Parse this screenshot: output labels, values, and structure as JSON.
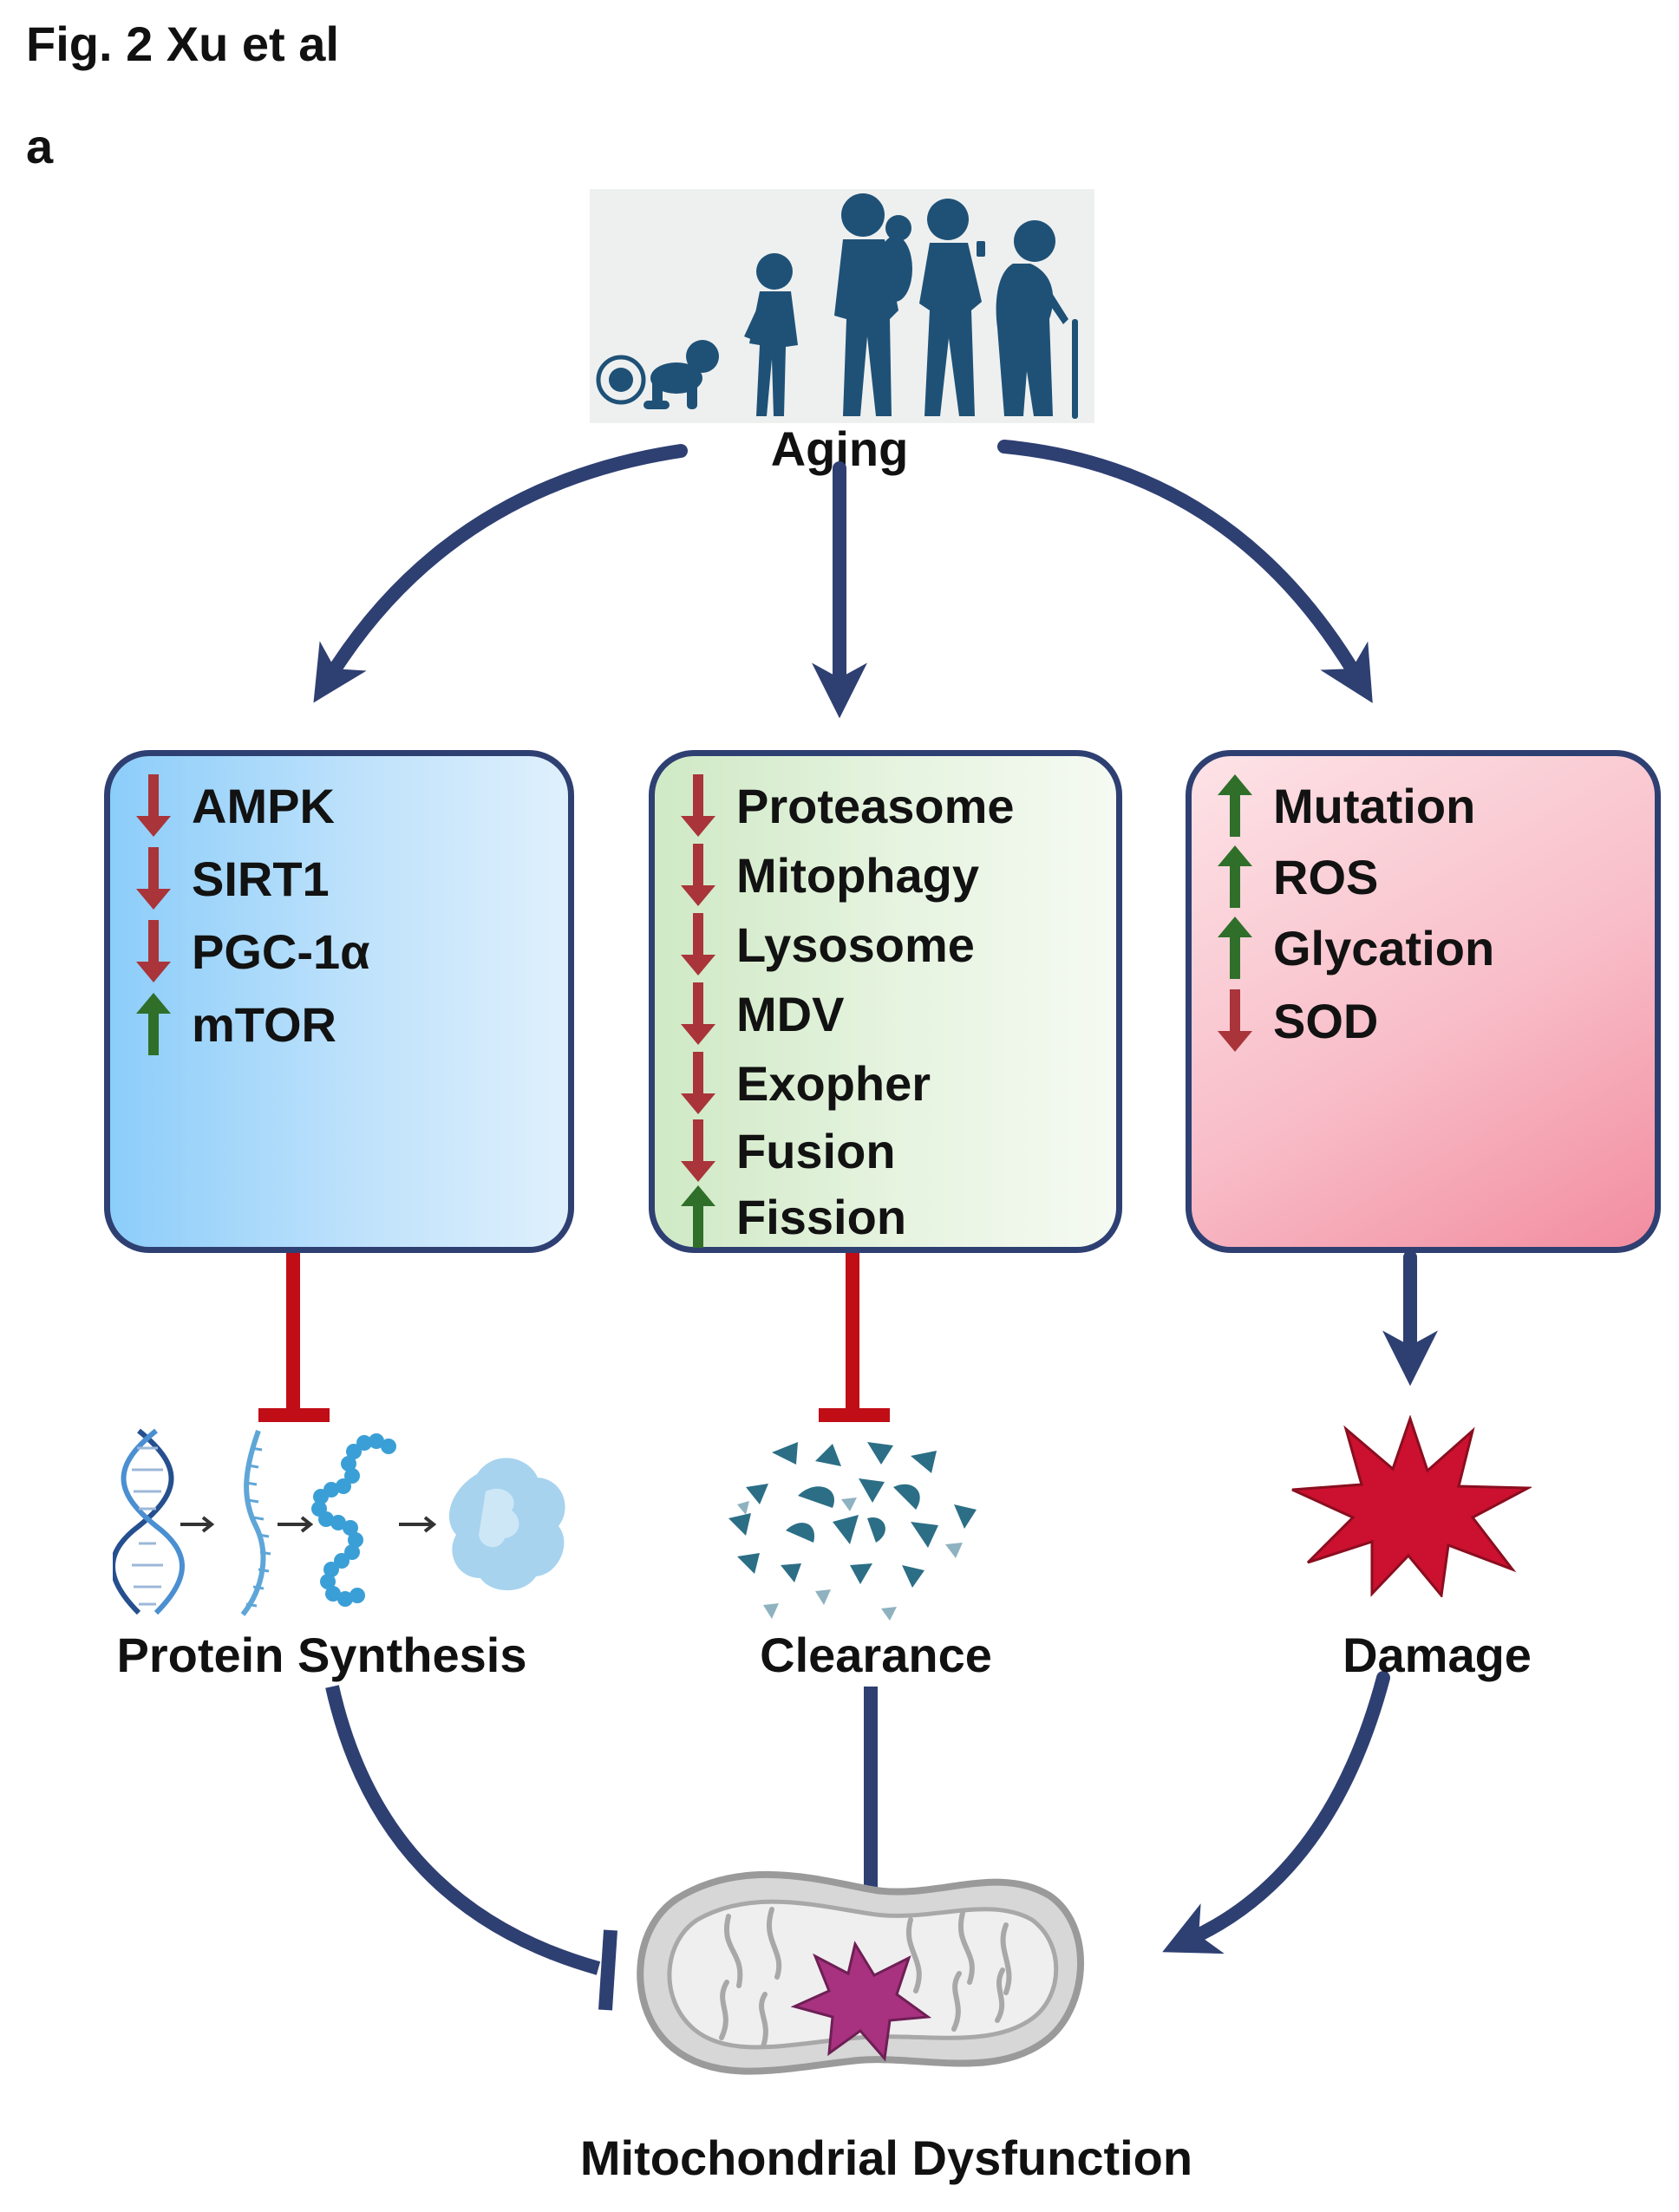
{
  "figure": {
    "title": "Fig. 2 Xu et al",
    "panel": "a"
  },
  "aging": {
    "label": "Aging"
  },
  "boxes": {
    "signaling": [
      {
        "label": "AMPK",
        "dir": "down"
      },
      {
        "label": "SIRT1",
        "dir": "down"
      },
      {
        "label": "PGC-1α",
        "dir": "down"
      },
      {
        "label": "mTOR",
        "dir": "up"
      }
    ],
    "quality_control": [
      {
        "label": "Proteasome",
        "dir": "down"
      },
      {
        "label": "Mitophagy",
        "dir": "down"
      },
      {
        "label": "Lysosome",
        "dir": "down"
      },
      {
        "label": "MDV",
        "dir": "down"
      },
      {
        "label": "Exopher",
        "dir": "down"
      },
      {
        "label": "Fusion",
        "dir": "down"
      },
      {
        "label": "Fission",
        "dir": "up"
      }
    ],
    "stress": [
      {
        "label": "Mutation",
        "dir": "up"
      },
      {
        "label": "ROS",
        "dir": "up"
      },
      {
        "label": "Glycation",
        "dir": "up"
      },
      {
        "label": "SOD",
        "dir": "down"
      }
    ]
  },
  "outcomes": {
    "protein_synthesis": "Protein Synthesis",
    "clearance": "Clearance",
    "damage": "Damage"
  },
  "result": {
    "label": "Mitochondrial Dysfunction"
  },
  "colors": {
    "navy": "#2e3f72",
    "inhibit_red": "#c00d16",
    "down_arrow": "#a9343a",
    "up_arrow": "#2f6f2a",
    "silhouette": "#1f5177",
    "aging_bg": "#eef0ef",
    "damage_star": "#cc1030",
    "mito_star": "#a8327f",
    "debris": "#2c6e86"
  }
}
